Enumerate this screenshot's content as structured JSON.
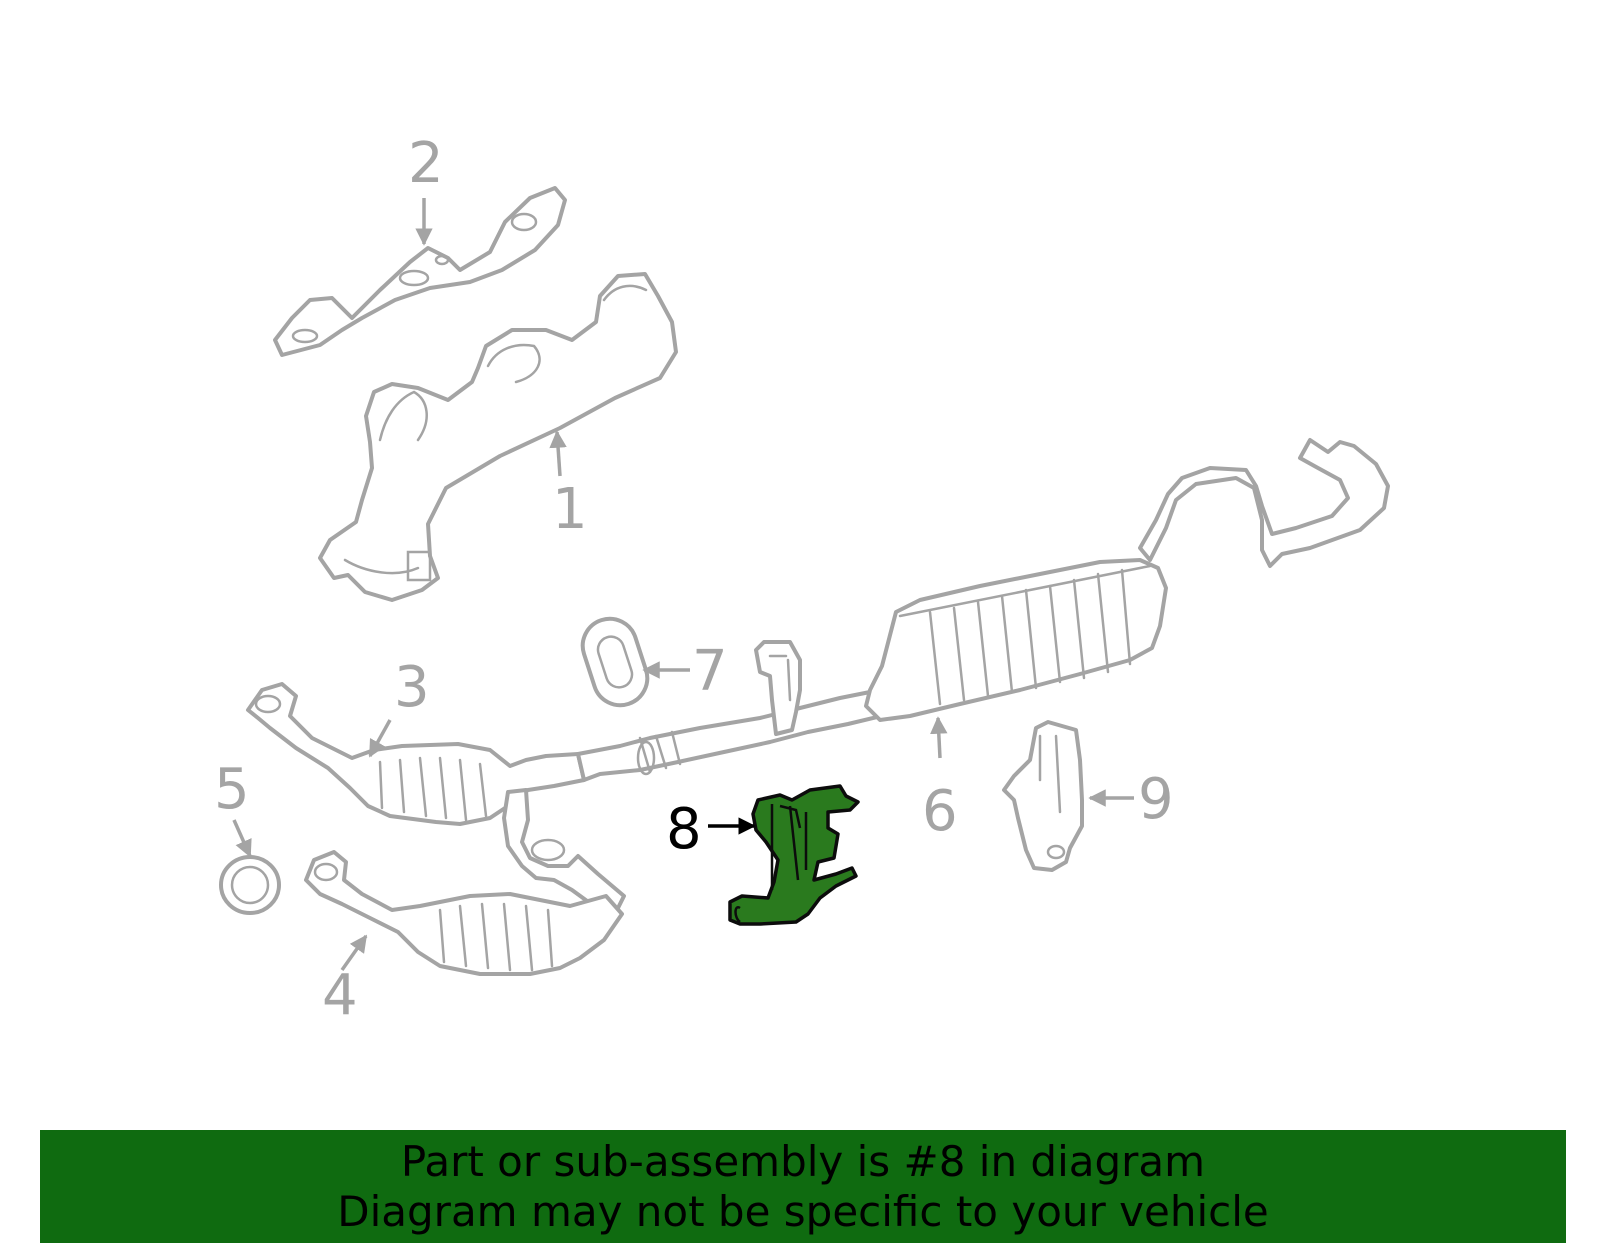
{
  "callouts": [
    {
      "number": "1"
    },
    {
      "number": "2"
    },
    {
      "number": "3"
    },
    {
      "number": "4"
    },
    {
      "number": "5"
    },
    {
      "number": "6"
    },
    {
      "number": "7"
    },
    {
      "number": "8",
      "highlighted": true
    },
    {
      "number": "9"
    }
  ],
  "colors": {
    "highlight_part": "#2a7a1e",
    "banner_background": "#0f6b10",
    "part_outline": "#a4a4a4"
  },
  "banner": {
    "line1": "Part or sub-assembly is #8 in diagram",
    "line2": "Diagram may not be specific to your vehicle"
  }
}
